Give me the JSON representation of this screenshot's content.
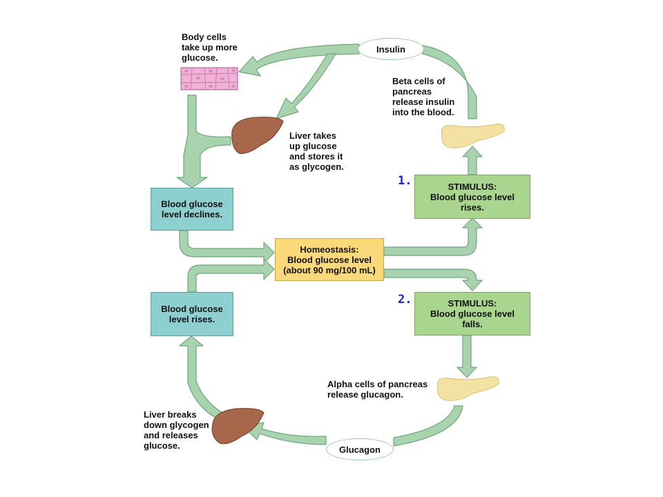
{
  "colors": {
    "arrow_fill": "#a9d3ae",
    "arrow_stroke": "#6fa57b",
    "teal_box": "#8ecfd0",
    "green_box": "#a9d58e",
    "yellow_box": "#fbd97a",
    "number_color": "#1a22d6",
    "pancreas": "#f3e2a4",
    "liver": "#a8664a",
    "cells": "#f0b0d8"
  },
  "icons": {
    "body_cells": "body-cells-tissue-icon",
    "liver_top": "liver-icon",
    "liver_bottom": "liver-icon",
    "pancreas_top": "pancreas-icon",
    "pancreas_bottom": "pancreas-icon"
  },
  "numbers": {
    "one": "1.",
    "two": "2."
  },
  "boxes": {
    "homeostasis": "Homeostasis:\nBlood glucose level\n(about 90 mg/100 mL)",
    "stimulus_rises": "STIMULUS:\nBlood glucose level\nrises.",
    "stimulus_falls": "STIMULUS:\nBlood glucose level\nfalls.",
    "level_declines": "Blood glucose\nlevel declines.",
    "level_rises": "Blood glucose\nlevel rises."
  },
  "hormones": {
    "insulin": "Insulin",
    "glucagon": "Glucagon"
  },
  "labels": {
    "body_cells": "Body cells\ntake up more\nglucose.",
    "liver_takes": "Liver takes\nup glucose\nand stores it\nas glycogen.",
    "beta_cells": "Beta cells of\npancreas\nrelease insulin\ninto the blood.",
    "alpha_cells": "Alpha cells of pancreas\nrelease glucagon.",
    "liver_breaks": "Liver breaks\ndown glycogen\nand releases\nglucose."
  }
}
